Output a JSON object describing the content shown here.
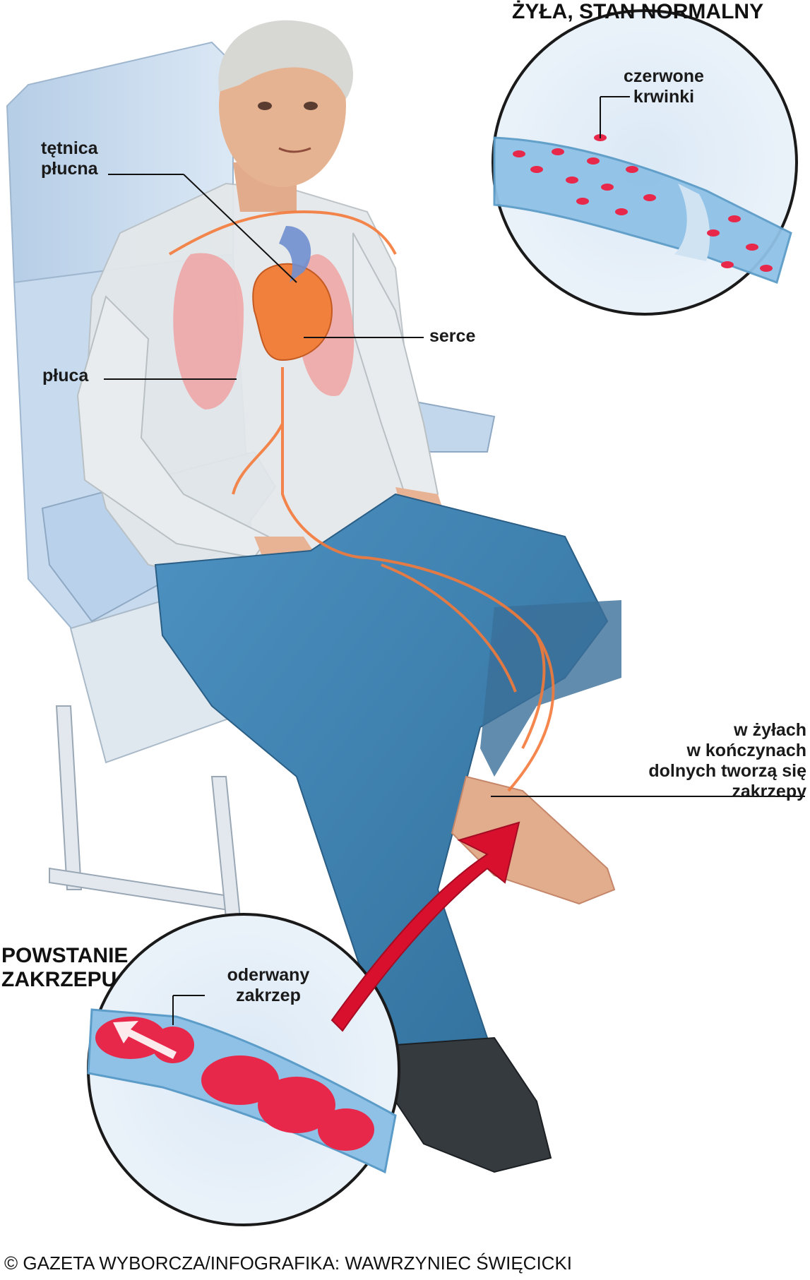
{
  "titles": {
    "normal_vein": "ŻYŁA, STAN NORMALNY",
    "clot_formation": [
      "POWSTANIE",
      "ZAKRZEPU"
    ]
  },
  "labels": {
    "pulmonary_artery": [
      "tętnica",
      "płucna"
    ],
    "lungs": "płuca",
    "heart": "serce",
    "red_cells": [
      "czerwone",
      "krwinki"
    ],
    "leg_veins": [
      "w żyłach",
      "w kończynach",
      "dolnych tworzą się",
      "zakrzepy"
    ],
    "detached_clot": [
      "oderwany",
      "zakrzep"
    ]
  },
  "credit": "© GAZETA WYBORCZA/INFOGRAFIKA: WAWRZYNIEC ŚWIĘCICKI",
  "colors": {
    "accent_arrow": "#d8102e",
    "vein_blue": "#8fc1e6",
    "blood_red": "#e8284a",
    "vessel_orange": "#f47a3a",
    "seat_blue": "#c7daee",
    "jeans": "#3d7fae"
  }
}
